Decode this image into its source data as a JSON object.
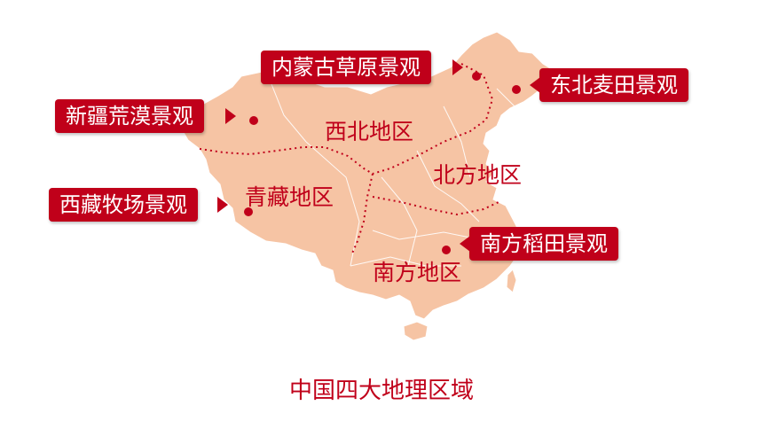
{
  "caption": "中国四大地理区域",
  "colors": {
    "accent": "#c0001a",
    "land": "#f6c4a4",
    "border_line": "#ffffff",
    "divider": "#c0001a"
  },
  "regions": {
    "northwest": "西北地区",
    "north": "北方地区",
    "qingzang": "青藏地区",
    "south": "南方地区"
  },
  "callouts": {
    "inner_mongolia": "内蒙古草原景观",
    "northeast": "东北麦田景观",
    "xinjiang": "新疆荒漠景观",
    "tibet": "西藏牧场景观",
    "south_rice": "南方稻田景观"
  }
}
